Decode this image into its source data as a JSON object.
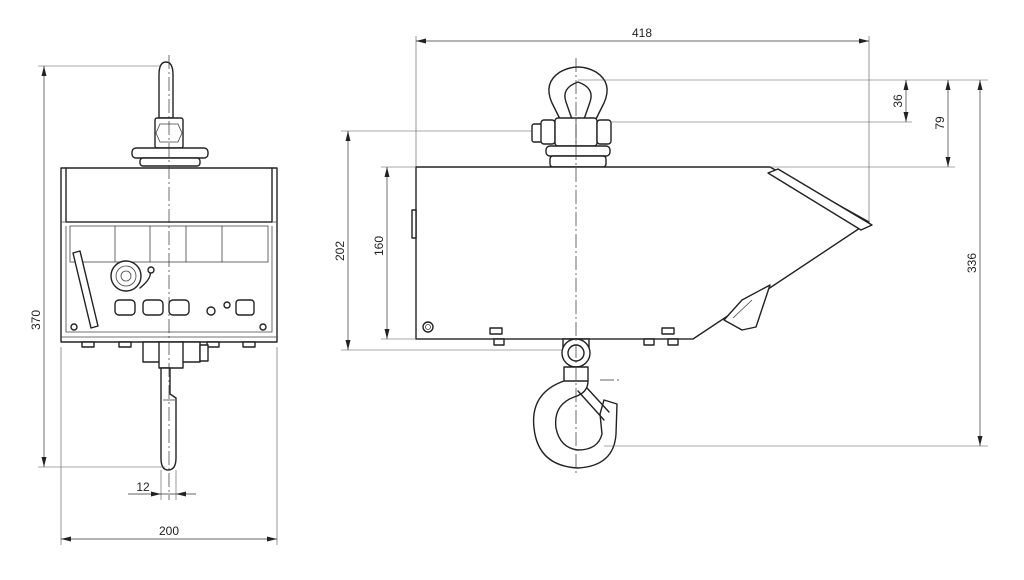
{
  "dimensions": {
    "total_length": "418",
    "shackle_height": "36",
    "shackle_to_top": "79",
    "overall_height": "336",
    "housing_height": "202",
    "front_height": "160",
    "total_height_front": "370",
    "hook_width": "12",
    "housing_width": "200"
  }
}
